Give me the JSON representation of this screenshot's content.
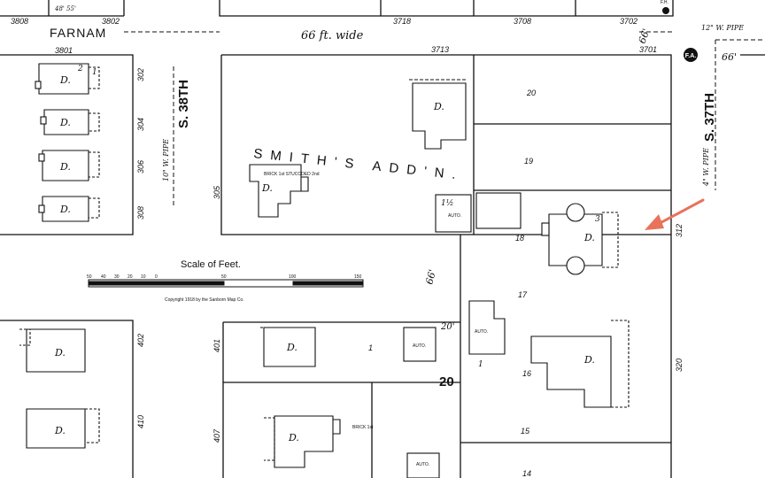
{
  "streets": {
    "farnam": "FARNAM",
    "farnam_width": "66 ft. wide",
    "s38": "S. 38TH",
    "s37": "S. 37TH",
    "pipe_38": "10\" W. PIPE",
    "pipe_37": "4\" W. PIPE",
    "pipe_farnam": "12\" W. PIPE",
    "width_66a": "66'",
    "width_66b": "66'",
    "width_66c": "66'",
    "width_20": "20'"
  },
  "addition": "SMITH'S ADD'N.",
  "block_number": "20",
  "scale": {
    "title": "Scale of Feet.",
    "ticks": [
      "50",
      "40",
      "30",
      "20",
      "10",
      "0",
      "50",
      "100",
      "150"
    ],
    "copyright": "Copyright 1918 by the Sanborn Map Co."
  },
  "addresses": [
    "3808",
    "3802",
    "3801",
    "3718",
    "3713",
    "3708",
    "3702",
    "3701",
    "302",
    "304",
    "306",
    "308",
    "305",
    "312",
    "320",
    "402",
    "410",
    "401",
    "407"
  ],
  "lots": [
    "20",
    "19",
    "18",
    "17",
    "16",
    "15",
    "14",
    "1"
  ],
  "buildings": {
    "dwelling": "D.",
    "auto": "AUTO.",
    "brick_stucco": "BRICK 1st STUCCOED 2nd",
    "brick_1st": "BRICK 1st",
    "stories": [
      "1",
      "2",
      "3",
      "1½",
      "1"
    ]
  },
  "misc": {
    "fire_alarm": "F.A.",
    "hydrant": "F.H.",
    "corner_lot": "48' 55'"
  },
  "arrow_color": "#e8735a"
}
